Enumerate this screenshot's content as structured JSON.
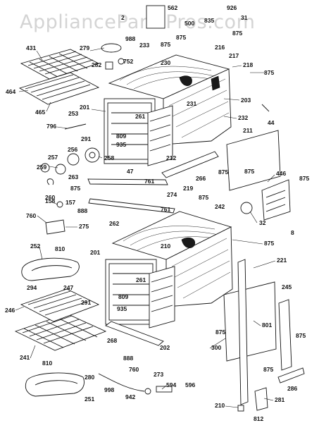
{
  "watermark": "AppliancePartsPros.com",
  "callouts": [
    {
      "id": "c562",
      "text": "562"
    },
    {
      "id": "c926",
      "text": "926"
    },
    {
      "id": "c2",
      "text": "2"
    },
    {
      "id": "c500",
      "text": "500"
    },
    {
      "id": "c835",
      "text": "835"
    },
    {
      "id": "c31",
      "text": "31"
    },
    {
      "id": "c875a",
      "text": "875"
    },
    {
      "id": "c988a",
      "text": "988"
    },
    {
      "id": "c875b",
      "text": "875"
    },
    {
      "id": "c875c",
      "text": "875"
    },
    {
      "id": "c431",
      "text": "431"
    },
    {
      "id": "c279",
      "text": "279"
    },
    {
      "id": "c233",
      "text": "233"
    },
    {
      "id": "c216",
      "text": "216"
    },
    {
      "id": "c217",
      "text": "217"
    },
    {
      "id": "c752",
      "text": "752"
    },
    {
      "id": "c282",
      "text": "282"
    },
    {
      "id": "c230",
      "text": "230"
    },
    {
      "id": "c218",
      "text": "218"
    },
    {
      "id": "c875d",
      "text": "875"
    },
    {
      "id": "c464",
      "text": "464"
    },
    {
      "id": "c203",
      "text": "203"
    },
    {
      "id": "c231",
      "text": "231"
    },
    {
      "id": "c465",
      "text": "465"
    },
    {
      "id": "c201a",
      "text": "201"
    },
    {
      "id": "c232",
      "text": "232"
    },
    {
      "id": "c253",
      "text": "253"
    },
    {
      "id": "c261a",
      "text": "261"
    },
    {
      "id": "c44",
      "text": "44"
    },
    {
      "id": "c796",
      "text": "796"
    },
    {
      "id": "c291a",
      "text": "291"
    },
    {
      "id": "c809a",
      "text": "809"
    },
    {
      "id": "c211",
      "text": "211"
    },
    {
      "id": "c935a",
      "text": "935"
    },
    {
      "id": "c256",
      "text": "256"
    },
    {
      "id": "c257",
      "text": "257"
    },
    {
      "id": "c258",
      "text": "258"
    },
    {
      "id": "c212",
      "text": "212"
    },
    {
      "id": "c875e",
      "text": "875"
    },
    {
      "id": "c875f",
      "text": "875"
    },
    {
      "id": "c259",
      "text": "259"
    },
    {
      "id": "c263",
      "text": "263"
    },
    {
      "id": "c47",
      "text": "47"
    },
    {
      "id": "c266",
      "text": "266"
    },
    {
      "id": "c446",
      "text": "446"
    },
    {
      "id": "c761a",
      "text": "761"
    },
    {
      "id": "c875g",
      "text": "875"
    },
    {
      "id": "c260",
      "text": "260"
    },
    {
      "id": "c875h",
      "text": "875"
    },
    {
      "id": "c274",
      "text": "274"
    },
    {
      "id": "c219",
      "text": "219"
    },
    {
      "id": "c875i",
      "text": "875"
    },
    {
      "id": "c158",
      "text": "158"
    },
    {
      "id": "c157",
      "text": "157"
    },
    {
      "id": "c242",
      "text": "242"
    },
    {
      "id": "c761b",
      "text": "761"
    },
    {
      "id": "c888a",
      "text": "888"
    },
    {
      "id": "c760a",
      "text": "760"
    },
    {
      "id": "c32",
      "text": "32"
    },
    {
      "id": "c262",
      "text": "262"
    },
    {
      "id": "c8",
      "text": "8"
    },
    {
      "id": "c275",
      "text": "275"
    },
    {
      "id": "c210a",
      "text": "210"
    },
    {
      "id": "c252",
      "text": "252"
    },
    {
      "id": "c875j",
      "text": "875"
    },
    {
      "id": "c810a",
      "text": "810"
    },
    {
      "id": "c201b",
      "text": "201"
    },
    {
      "id": "c221",
      "text": "221"
    },
    {
      "id": "c261b",
      "text": "261"
    },
    {
      "id": "c294",
      "text": "294"
    },
    {
      "id": "c247",
      "text": "247"
    },
    {
      "id": "c245",
      "text": "245"
    },
    {
      "id": "c291b",
      "text": "291"
    },
    {
      "id": "c809b",
      "text": "809"
    },
    {
      "id": "c935b",
      "text": "935"
    },
    {
      "id": "c801",
      "text": "801"
    },
    {
      "id": "c246",
      "text": "246"
    },
    {
      "id": "c875k",
      "text": "875"
    },
    {
      "id": "c875l",
      "text": "875"
    },
    {
      "id": "c268",
      "text": "268"
    },
    {
      "id": "c202",
      "text": "202"
    },
    {
      "id": "c300",
      "text": "300"
    },
    {
      "id": "c888b",
      "text": "888"
    },
    {
      "id": "c241",
      "text": "241"
    },
    {
      "id": "c875m",
      "text": "875"
    },
    {
      "id": "c810b",
      "text": "810"
    },
    {
      "id": "c760b",
      "text": "760"
    },
    {
      "id": "c273",
      "text": "273"
    },
    {
      "id": "c280",
      "text": "280"
    },
    {
      "id": "c594",
      "text": "594"
    },
    {
      "id": "c596",
      "text": "596"
    },
    {
      "id": "c286",
      "text": "286"
    },
    {
      "id": "c998",
      "text": "998"
    },
    {
      "id": "c942",
      "text": "942"
    },
    {
      "id": "c251",
      "text": "251"
    },
    {
      "id": "c281",
      "text": "281"
    },
    {
      "id": "c210b",
      "text": "210"
    },
    {
      "id": "c812",
      "text": "812"
    }
  ]
}
